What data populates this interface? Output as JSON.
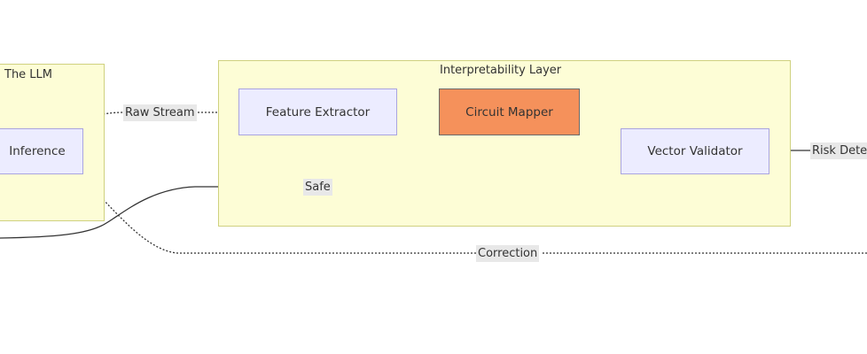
{
  "clusters": {
    "llm": {
      "title": "The LLM"
    },
    "interp": {
      "title": "Interpretability Layer"
    }
  },
  "nodes": {
    "inference": "Inference",
    "feature_extractor": "Feature Extractor",
    "circuit_mapper": "Circuit Mapper",
    "vector_validator": "Vector Validator"
  },
  "edges": {
    "raw_stream": "Raw Stream",
    "safe": "Safe",
    "correction": "Correction",
    "risk": "Risk Dete"
  },
  "colors": {
    "cluster_fill": "#fdfdd6",
    "node_fill": "#ececff",
    "highlight_fill": "#f5915b",
    "edge": "#333333"
  }
}
